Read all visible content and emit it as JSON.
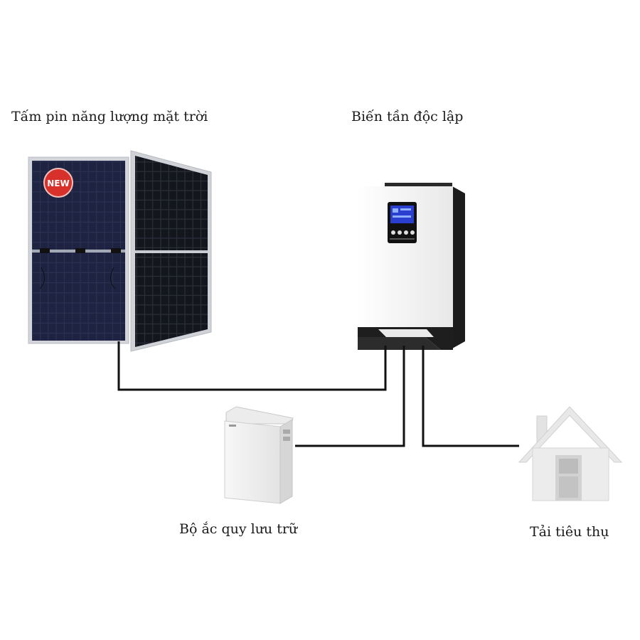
{
  "labels": {
    "solar_panel": "Tấm pin năng lượng mặt trời",
    "inverter": "Biến tần độc lập",
    "battery": "Bộ ắc quy lưu trữ",
    "load": "Tải tiêu thụ"
  },
  "badge": {
    "text": "NEW"
  },
  "colors": {
    "panel_cell": "#1f2540",
    "panel_frame": "#c9ccd3",
    "badge": "#d8302a",
    "wire": "#111111",
    "inverter_body": "#f4f4f4",
    "inverter_dark": "#1e1e1e",
    "screen": "#2a3fd0",
    "house": "#e6e6e6"
  }
}
